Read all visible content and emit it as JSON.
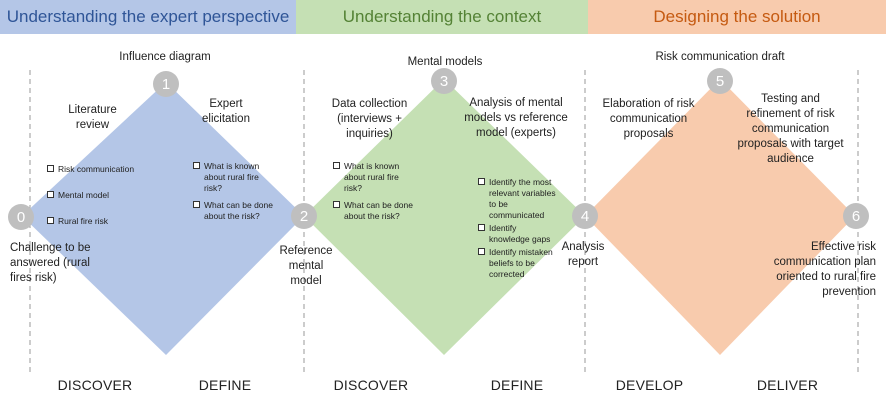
{
  "headers": [
    "Understanding the expert perspective",
    "Understanding the context",
    "Designing the solution"
  ],
  "nodes": [
    "0",
    "1",
    "2",
    "3",
    "4",
    "5",
    "6"
  ],
  "top_labels": {
    "influence_diagram": "Influence diagram",
    "mental_models": "Mental models",
    "risk_draft": "Risk communication draft"
  },
  "labels": {
    "literature_review": "Literature review",
    "expert_elicitation": "Expert elicitation",
    "challenge": "Challenge to be answered (rural fires risk)",
    "reference_model": "Reference mental model",
    "data_collection": "Data collection (interviews + inquiries)",
    "analysis_models": "Analysis of mental models vs reference model (experts)",
    "analysis_report": "Analysis report",
    "elaboration": "Elaboration of risk communication proposals",
    "testing": "Testing and refinement of risk communication proposals with target audience",
    "effective_plan": "Effective risk communication plan oriented to rural fire prevention"
  },
  "lists": {
    "literature": [
      "Risk communication",
      "Mental model",
      "Rural fire risk"
    ],
    "elicitation": [
      "What is known about rural fire risk?",
      "What can be done about the risk?"
    ],
    "collection": [
      "What is known about rural fire risk?",
      "What can be done about the risk?"
    ],
    "analysis": [
      "Identify the most relevant variables to be communicated",
      "Identify knowledge gaps",
      "Identify mistaken beliefs to be corrected"
    ]
  },
  "phases": [
    "DISCOVER",
    "DEFINE",
    "DISCOVER",
    "DEFINE",
    "DEVELOP",
    "DELIVER"
  ],
  "colors": {
    "blue": "#b4c6e7",
    "green": "#c5e0b4",
    "orange": "#f8cbad",
    "node": "#bfbfbf"
  }
}
